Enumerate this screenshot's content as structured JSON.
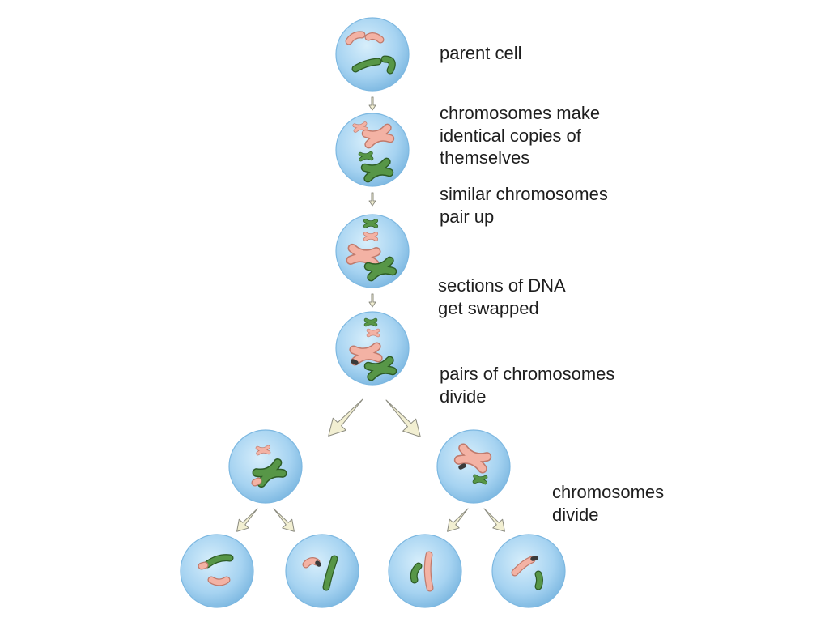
{
  "colors": {
    "cell_light": "#d7eefb",
    "cell_mid": "#a6d3f1",
    "cell_edge": "#7db8e1",
    "chromosome_pink": "#f3b2a4",
    "chromosome_pink_outline": "#c07a6c",
    "chromosome_green": "#579647",
    "chromosome_green_outline": "#2d5c25",
    "arrow_fill": "#f2efd2",
    "arrow_stroke": "#8c8c80",
    "text": "#1e1e1e"
  },
  "labels": {
    "parent_cell": [
      "parent cell"
    ],
    "make_copies": [
      "chromosomes make",
      "identical copies of",
      "themselves"
    ],
    "pair_up": [
      "similar chromosomes",
      "pair up"
    ],
    "dna_swap": [
      "sections of DNA",
      "get swapped"
    ],
    "pairs_divide": [
      "pairs of chromosomes",
      "divide"
    ],
    "chromosomes_divide": [
      "chromosomes",
      "divide"
    ]
  }
}
